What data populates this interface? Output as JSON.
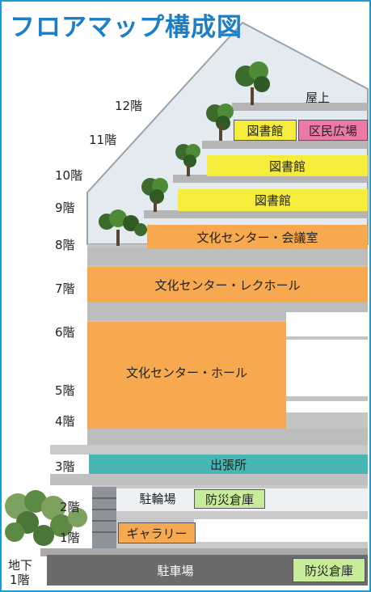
{
  "title": "フロアマップ構成図",
  "floors": {
    "f12": "12階",
    "f11": "11階",
    "f10": "10階",
    "f9": "9階",
    "f8": "8階",
    "f7": "7階",
    "f6": "6階",
    "f5": "5階",
    "f4": "4階",
    "f3": "3階",
    "f2": "2階",
    "f1": "1階",
    "b1_line1": "地下",
    "b1_line2": "1階"
  },
  "rooms": {
    "rooftop": "屋上",
    "library_11": "図書館",
    "plaza_11": "区民広場",
    "library_10": "図書館",
    "library_9": "図書館",
    "culture_conf": "文化センター・会議室",
    "culture_rec": "文化センター・レクホール",
    "culture_hall": "文化センター・ホール",
    "branch_office": "出張所",
    "bicycle_parking": "駐輪場",
    "storage_2f": "防災倉庫",
    "gallery": "ギャラリー",
    "parking": "駐車場",
    "storage_b1": "防災倉庫"
  },
  "colors": {
    "frame": "#1a9ad6",
    "title": "#1a7fc6",
    "library": "#f5ec3c",
    "plaza": "#ec79a8",
    "culture": "#f6a94e",
    "office": "#45b6b3",
    "storage": "#c9ec9a",
    "concrete": "#b9b9b9",
    "glass": "#dfe8ee"
  }
}
